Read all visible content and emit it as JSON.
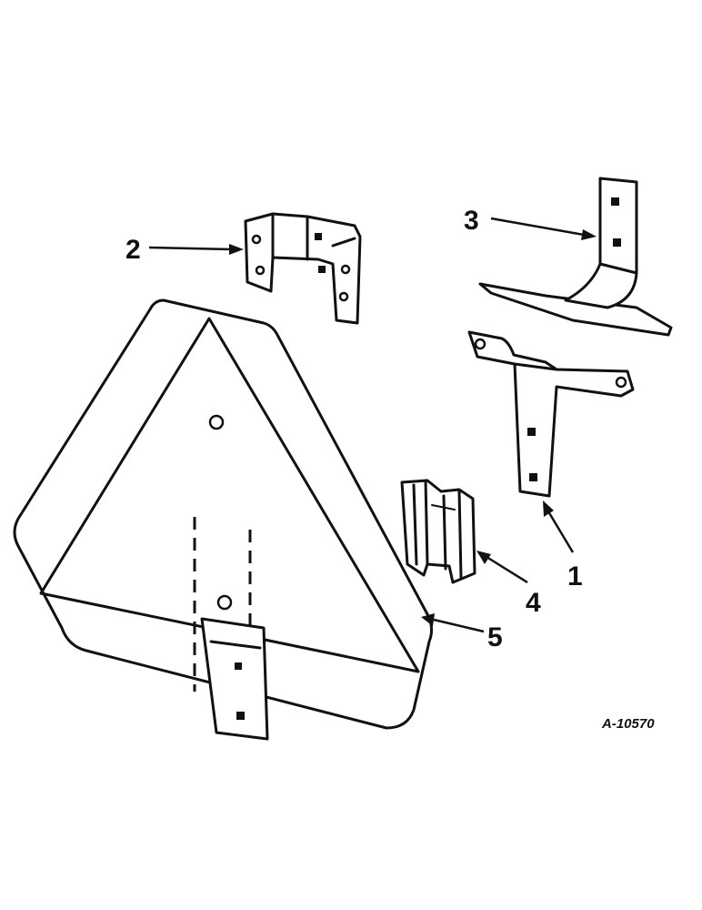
{
  "callouts": {
    "part_1": "1",
    "part_2": "2",
    "part_3": "3",
    "part_4": "4",
    "part_5": "5"
  },
  "figure_id": "A-10570",
  "colors": {
    "ink": "#111111",
    "paper": "#ffffff"
  }
}
